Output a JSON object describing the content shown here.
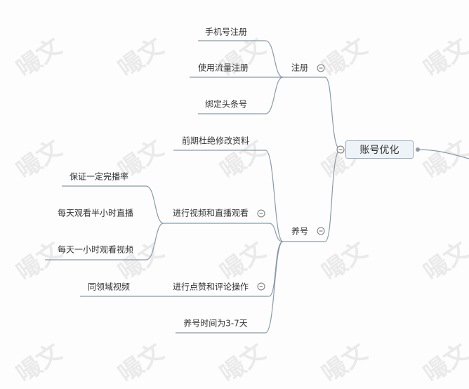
{
  "watermark": "嘬文",
  "colors": {
    "line": "#8a9aa8",
    "root_fill": "#eef3f7"
  },
  "root": {
    "label": "账号优化"
  },
  "branches": [
    {
      "label": "注册",
      "children": [
        {
          "label": "手机号注册"
        },
        {
          "label": "使用流量注册"
        },
        {
          "label": "绑定头条号"
        }
      ]
    },
    {
      "label": "养号",
      "children": [
        {
          "label": "前期杜绝修改资料"
        },
        {
          "label": "进行视频和直播观看",
          "children": [
            {
              "label": "保证一定完播率"
            },
            {
              "label": "每天观看半小时直播"
            },
            {
              "label": "每天一小时观看视频"
            }
          ]
        },
        {
          "label": "进行点赞和评论操作",
          "children": [
            {
              "label": "同领域视频"
            }
          ]
        },
        {
          "label": "养号时间为3-7天"
        }
      ]
    }
  ]
}
